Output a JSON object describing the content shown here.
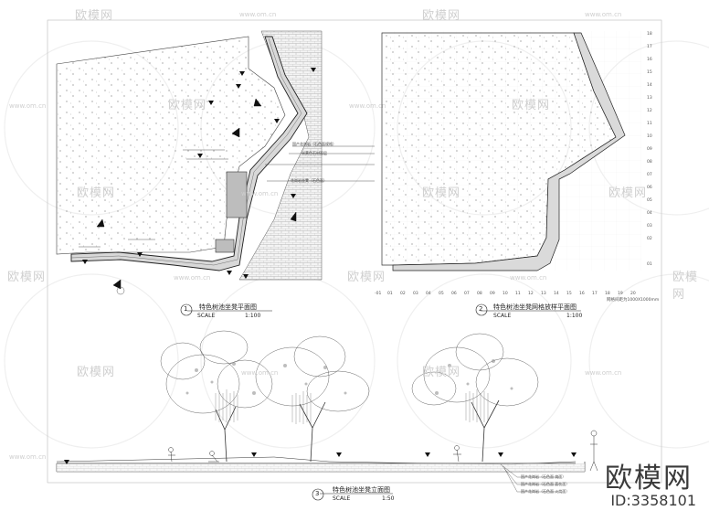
{
  "watermarks": {
    "brand": "欧模网",
    "url": "www.om.cn"
  },
  "drawing1": {
    "number": "1",
    "title": "特色树池坐凳平面图",
    "scale_label": "SCALE",
    "scale_value": "1:100"
  },
  "drawing2": {
    "number": "2",
    "title": "特色树池坐凳网格放样平面图",
    "scale_label": "SCALE",
    "scale_value": "1:100",
    "grid_note": "网格间距为1000X1000mm",
    "y_axis": [
      "18",
      "17",
      "16",
      "15",
      "14",
      "13",
      "12",
      "11",
      "10",
      "09",
      "08",
      "07",
      "06",
      "05",
      "04",
      "03",
      "02",
      "01"
    ],
    "x_axis": [
      "-01",
      "01",
      "02",
      "03",
      "04",
      "05",
      "06",
      "07",
      "08",
      "09",
      "10",
      "11",
      "12",
      "13",
      "14",
      "15",
      "16",
      "17",
      "18",
      "19",
      "20"
    ]
  },
  "drawing3": {
    "number": "3",
    "title": "特色树池坐凳立面图",
    "scale_label": "SCALE",
    "scale_value": "1:50"
  },
  "annotations": {
    "a1": "国产花岗岩（石色面规格）",
    "a2": "米黄色石材面层",
    "a3": "花岗岩坐凳（石色面）",
    "e1": "国产花岗岩（石色面 烧面）",
    "e2": "国产花岗岩（石色面 荔枝面）",
    "e3": "国产花岗岩（石色面 火烧面）"
  },
  "brand_overlay": {
    "name": "欧模网",
    "id": "ID:3358101"
  }
}
